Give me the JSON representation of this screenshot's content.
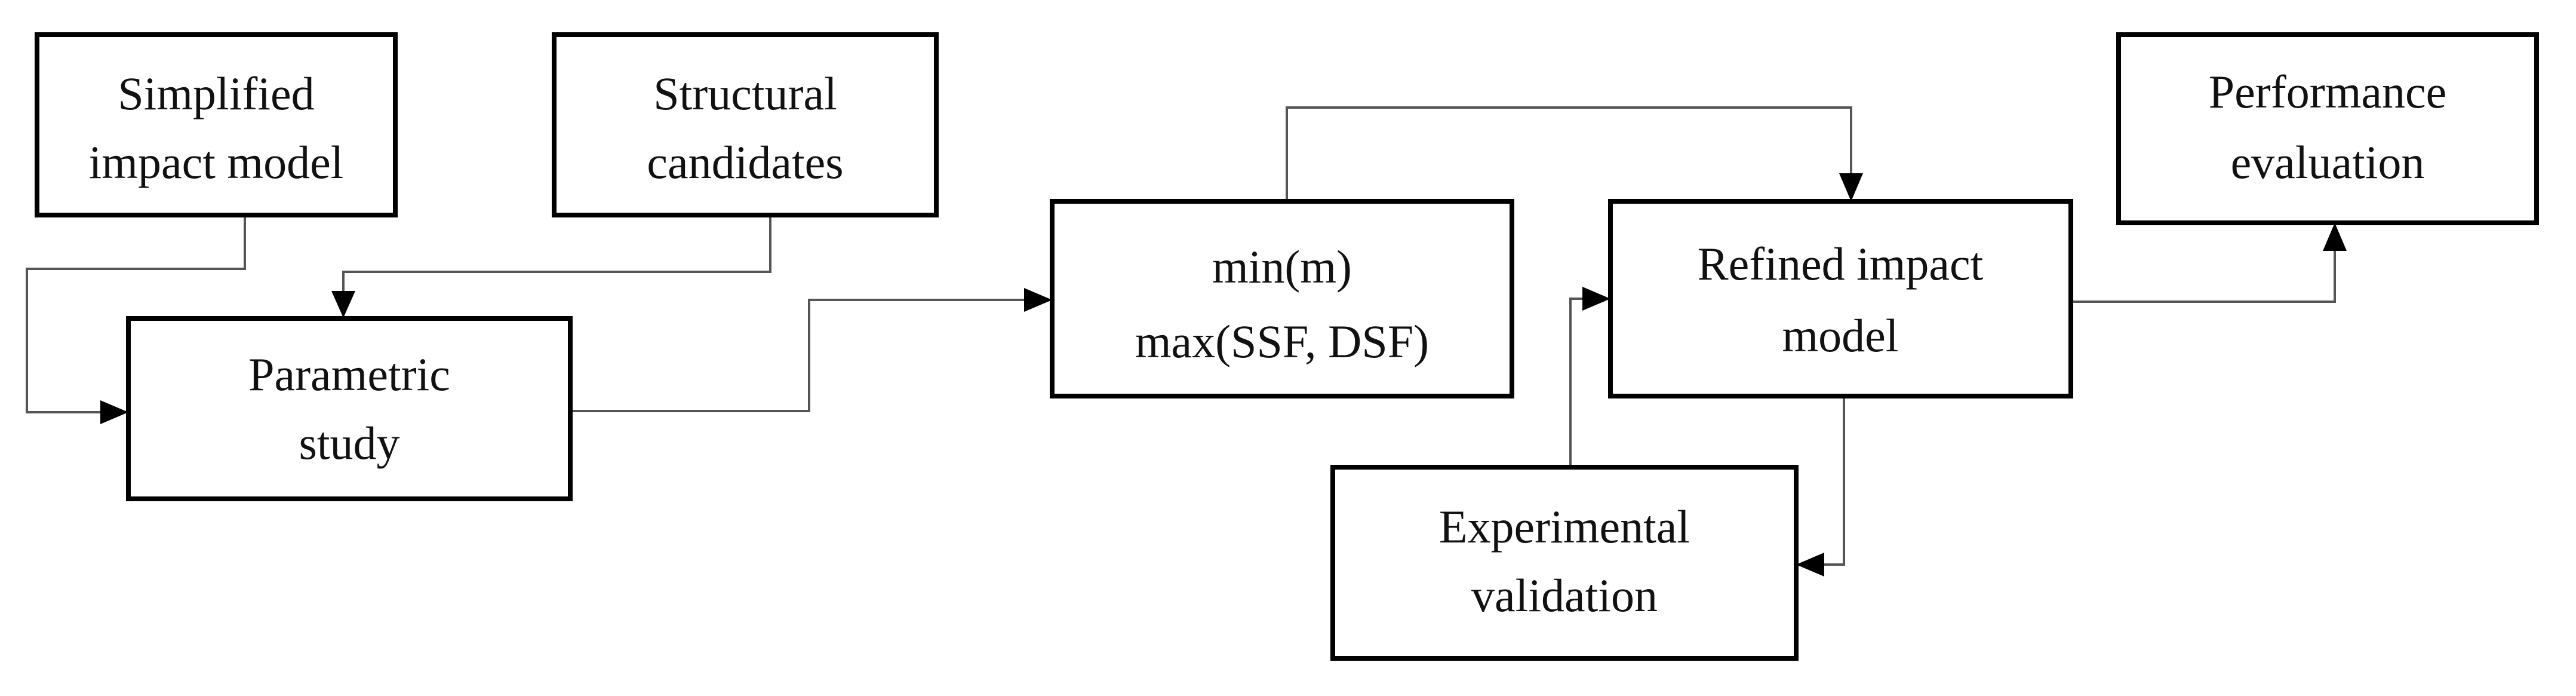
{
  "diagram": {
    "nodes": {
      "simplified": {
        "line1": "Simplified",
        "line2": "impact model"
      },
      "structural": {
        "line1": "Structural",
        "line2": "candidates"
      },
      "parametric": {
        "line1": "Parametric",
        "line2": "study"
      },
      "objective": {
        "line1": "min(m)",
        "line2": "max(SSF, DSF)"
      },
      "refined": {
        "line1": "Refined impact",
        "line2": "model"
      },
      "experimental": {
        "line1": "Experimental",
        "line2": "validation"
      },
      "performance": {
        "line1": "Performance",
        "line2": "evaluation"
      }
    },
    "colors": {
      "box_stroke": "#000000",
      "edge_stroke": "#555555",
      "arrowhead": "#000000",
      "text": "#111111"
    }
  }
}
